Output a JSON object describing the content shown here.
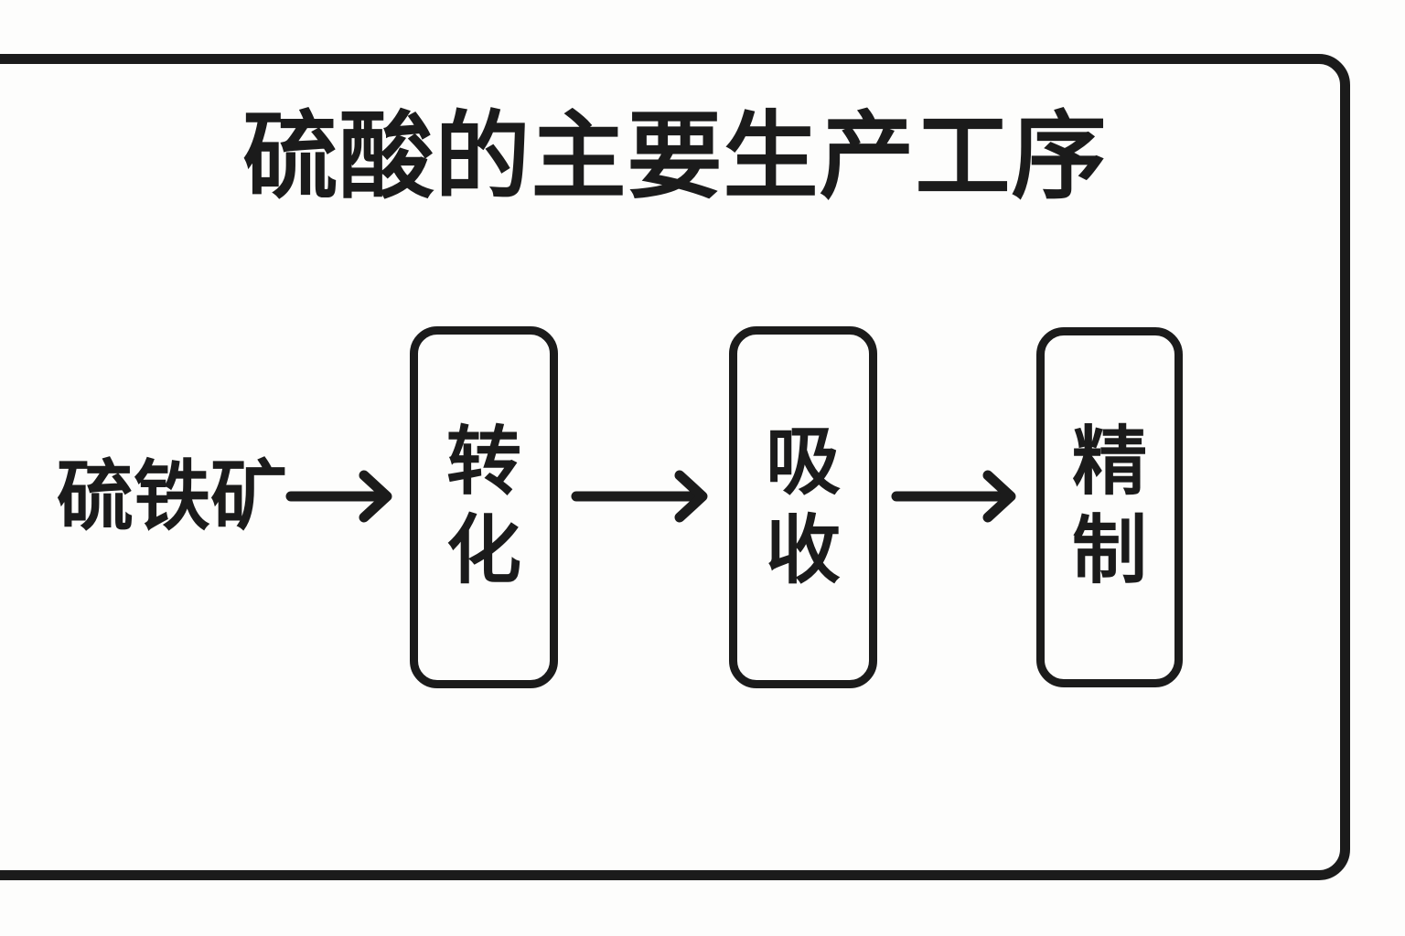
{
  "colors": {
    "ink": "#1b1b1b",
    "background": "#fdfdfc"
  },
  "diagram": {
    "title": "硫酸的主要生产工序",
    "source_label": "硫铁矿",
    "steps": [
      {
        "label": "转化"
      },
      {
        "label": "吸收"
      },
      {
        "label": "精制"
      }
    ]
  }
}
